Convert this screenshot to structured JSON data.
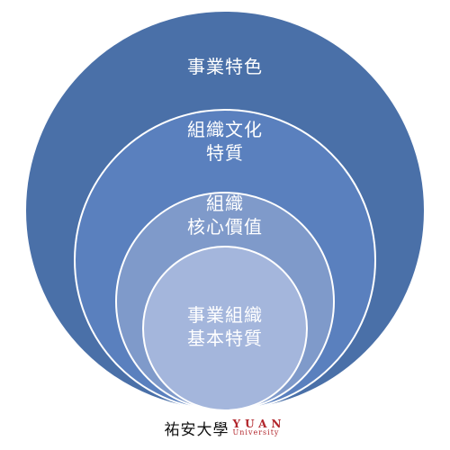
{
  "rings": [
    {
      "label_lines": [
        "事業特色"
      ],
      "color": "#4A70A8"
    },
    {
      "label_lines": [
        "組織文化",
        "特質"
      ],
      "color": "#5A80BE"
    },
    {
      "label_lines": [
        "組織",
        "核心價值"
      ],
      "color": "#7F9ACA"
    },
    {
      "label_lines": [
        "事業組織",
        "基本特質"
      ],
      "color": "#A4B6DC"
    }
  ],
  "ring_border_color": "#ffffff",
  "logo": {
    "chinese": "祐安大學",
    "english_main": "YUAN",
    "english_sub": "University",
    "accent_color": "#b2262c"
  }
}
